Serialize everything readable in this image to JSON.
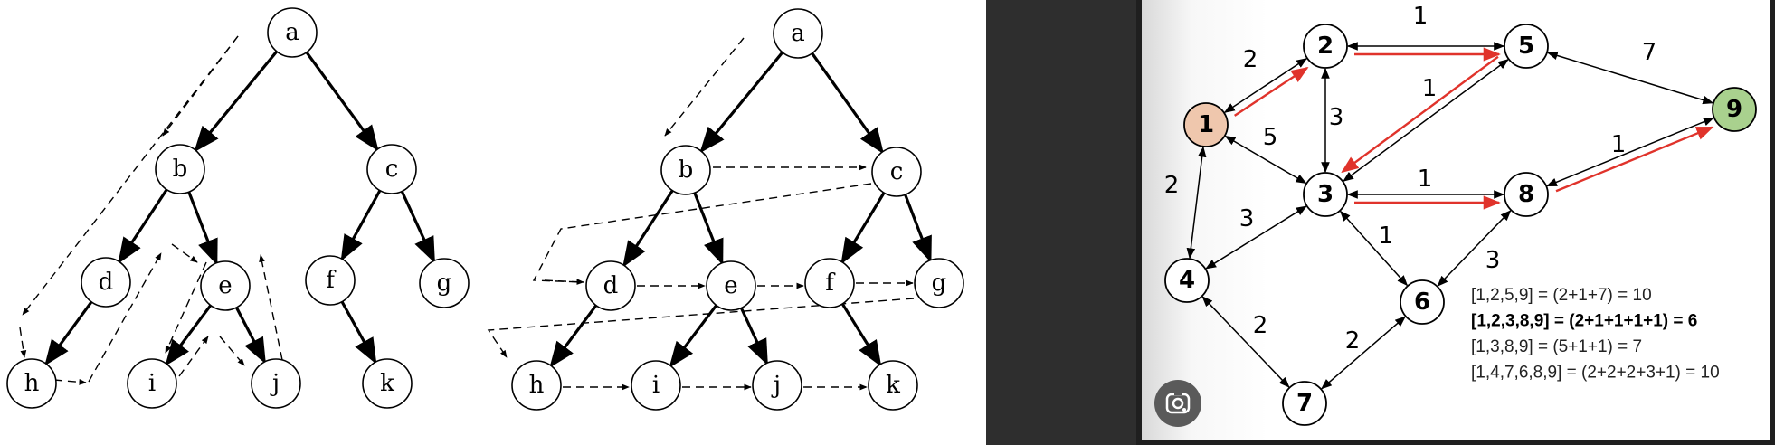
{
  "left_panel": {
    "dfs_tree": {
      "nodes": [
        {
          "id": "a",
          "label": "a"
        },
        {
          "id": "b",
          "label": "b"
        },
        {
          "id": "c",
          "label": "c"
        },
        {
          "id": "d",
          "label": "d"
        },
        {
          "id": "e",
          "label": "e"
        },
        {
          "id": "f",
          "label": "f"
        },
        {
          "id": "g",
          "label": "g"
        },
        {
          "id": "h",
          "label": "h"
        },
        {
          "id": "i",
          "label": "i"
        },
        {
          "id": "j",
          "label": "j"
        },
        {
          "id": "k",
          "label": "k"
        }
      ],
      "edges": [
        [
          "a",
          "b"
        ],
        [
          "a",
          "c"
        ],
        [
          "b",
          "d"
        ],
        [
          "b",
          "e"
        ],
        [
          "c",
          "f"
        ],
        [
          "c",
          "g"
        ],
        [
          "d",
          "h"
        ],
        [
          "e",
          "i"
        ],
        [
          "e",
          "j"
        ],
        [
          "f",
          "k"
        ]
      ]
    },
    "bfs_tree": {
      "nodes": [
        {
          "id": "a",
          "label": "a"
        },
        {
          "id": "b",
          "label": "b"
        },
        {
          "id": "c",
          "label": "c"
        },
        {
          "id": "d",
          "label": "d"
        },
        {
          "id": "e",
          "label": "e"
        },
        {
          "id": "f",
          "label": "f"
        },
        {
          "id": "g",
          "label": "g"
        },
        {
          "id": "h",
          "label": "h"
        },
        {
          "id": "i",
          "label": "i"
        },
        {
          "id": "j",
          "label": "j"
        },
        {
          "id": "k",
          "label": "k"
        }
      ],
      "edges": [
        [
          "a",
          "b"
        ],
        [
          "a",
          "c"
        ],
        [
          "b",
          "d"
        ],
        [
          "b",
          "e"
        ],
        [
          "c",
          "f"
        ],
        [
          "c",
          "g"
        ],
        [
          "d",
          "h"
        ],
        [
          "e",
          "i"
        ],
        [
          "e",
          "j"
        ],
        [
          "f",
          "k"
        ]
      ]
    }
  },
  "right_panel": {
    "graph": {
      "nodes": [
        {
          "id": "1",
          "label": "1",
          "fill": "#efc7ad"
        },
        {
          "id": "2",
          "label": "2",
          "fill": "#ffffff"
        },
        {
          "id": "3",
          "label": "3",
          "fill": "#ffffff"
        },
        {
          "id": "4",
          "label": "4",
          "fill": "#ffffff"
        },
        {
          "id": "5",
          "label": "5",
          "fill": "#ffffff"
        },
        {
          "id": "6",
          "label": "6",
          "fill": "#ffffff"
        },
        {
          "id": "7",
          "label": "7",
          "fill": "#ffffff"
        },
        {
          "id": "8",
          "label": "8",
          "fill": "#ffffff"
        },
        {
          "id": "9",
          "label": "9",
          "fill": "#a9d18e"
        }
      ],
      "edges": [
        {
          "from": "1",
          "to": "2",
          "weight": "2"
        },
        {
          "from": "2",
          "to": "5",
          "weight": "1"
        },
        {
          "from": "5",
          "to": "9",
          "weight": "7"
        },
        {
          "from": "1",
          "to": "3",
          "weight": "5"
        },
        {
          "from": "2",
          "to": "3",
          "weight": "3"
        },
        {
          "from": "3",
          "to": "5",
          "weight": "1"
        },
        {
          "from": "3",
          "to": "8",
          "weight": "1"
        },
        {
          "from": "8",
          "to": "9",
          "weight": "1"
        },
        {
          "from": "1",
          "to": "4",
          "weight": "2"
        },
        {
          "from": "3",
          "to": "4",
          "weight": "3"
        },
        {
          "from": "3",
          "to": "6",
          "weight": "1"
        },
        {
          "from": "6",
          "to": "8",
          "weight": "3"
        },
        {
          "from": "4",
          "to": "7",
          "weight": "2"
        },
        {
          "from": "6",
          "to": "7",
          "weight": "2"
        }
      ],
      "highlight_color": "#e0332b",
      "highlight_path": [
        "1",
        "2",
        "5",
        "3",
        "8",
        "9"
      ]
    },
    "paths": [
      {
        "text": "[1,2,5,9] = (2+1+7) = 10",
        "bold": false
      },
      {
        "text": "[1,2,3,8,9] = (2+1+1+1+1) = 6",
        "bold": true
      },
      {
        "text": "[1,3,8,9] = (5+1+1) = 7",
        "bold": false
      },
      {
        "text": "[1,4,7,6,8,9] = (2+2+2+3+1) = 10",
        "bold": false
      }
    ],
    "lens_icon": "google-lens-icon"
  }
}
